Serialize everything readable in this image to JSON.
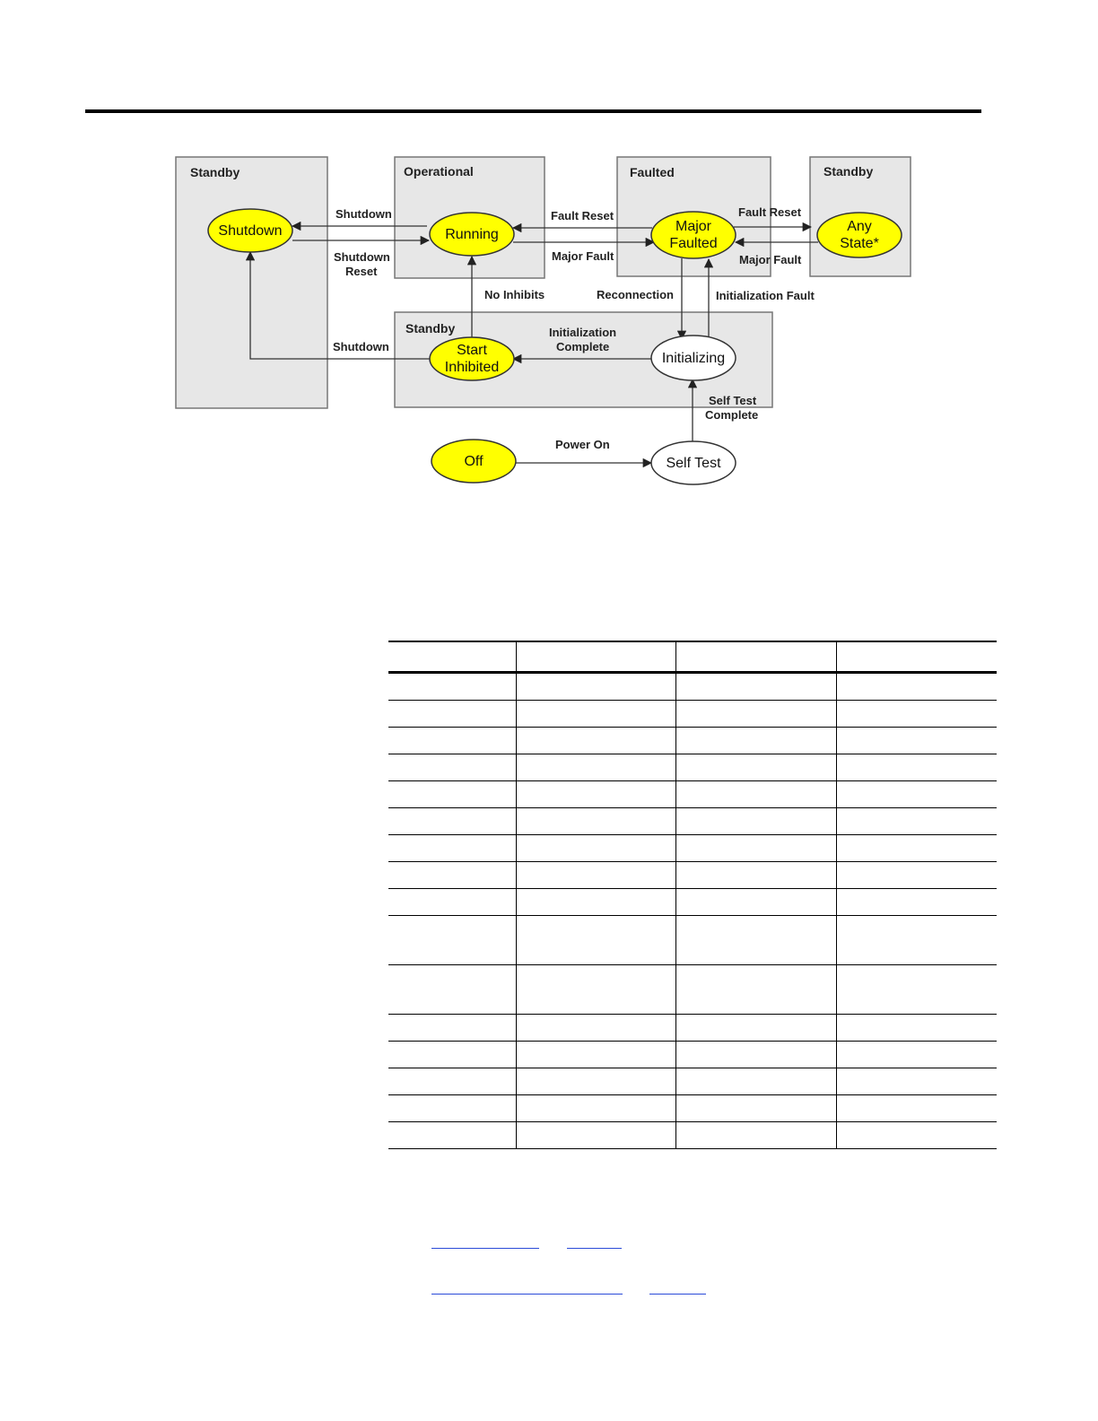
{
  "diagram": {
    "groups": [
      {
        "id": "standby-left",
        "label": "Standby"
      },
      {
        "id": "operational",
        "label": "Operational"
      },
      {
        "id": "faulted",
        "label": "Faulted"
      },
      {
        "id": "standby-right",
        "label": "Standby"
      },
      {
        "id": "standby-bottom",
        "label": "Standby"
      }
    ],
    "states": {
      "shutdown": {
        "label": "Shutdown"
      },
      "running": {
        "label": "Running"
      },
      "major_faulted": {
        "line1": "Major",
        "line2": "Faulted"
      },
      "any_state": {
        "line1": "Any",
        "line2": "State*"
      },
      "start_inhibited": {
        "line1": "Start",
        "line2": "Inhibited"
      },
      "initializing": {
        "label": "Initializing"
      },
      "off": {
        "label": "Off"
      },
      "self_test": {
        "label": "Self Test"
      }
    },
    "transitions": {
      "shutdown_top": "Shutdown",
      "shutdown_reset_1": "Shutdown",
      "shutdown_reset_2": "Reset",
      "fault_reset_left": "Fault Reset",
      "major_fault_left": "Major Fault",
      "fault_reset_right": "Fault Reset",
      "major_fault_right": "Major Fault",
      "no_inhibits": "No Inhibits",
      "reconnection": "Reconnection",
      "initialization_fault": "Initialization Fault",
      "shutdown_bottom": "Shutdown",
      "init_complete_1": "Initialization",
      "init_complete_2": "Complete",
      "self_test_complete_1": "Self Test",
      "self_test_complete_2": "Complete",
      "power_on": "Power On"
    },
    "colors": {
      "active_state": "#ffff00",
      "passive_state": "#ffffff",
      "group_fill": "#e7e7e7"
    }
  },
  "table": {
    "columns": 4,
    "row_heights": [
      30,
      30,
      30,
      30,
      30,
      30,
      30,
      30,
      30,
      55,
      55,
      30,
      30,
      30,
      30,
      30
    ]
  },
  "links": [
    {
      "id": "link-1a"
    },
    {
      "id": "link-1b"
    },
    {
      "id": "link-2a"
    },
    {
      "id": "link-2b"
    }
  ]
}
